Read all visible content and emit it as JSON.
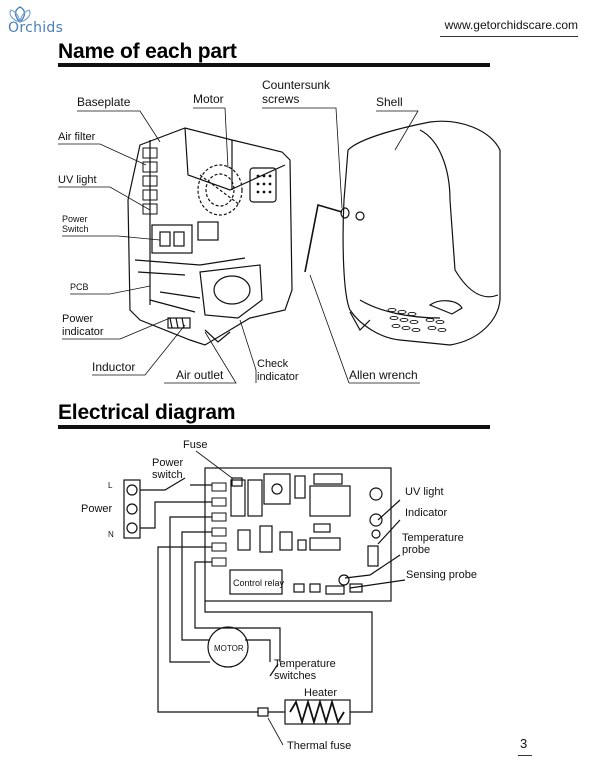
{
  "header": {
    "brand": "Orchids",
    "website": "www.getorchidscare.com"
  },
  "section1": {
    "title": "Name of each part",
    "labels": {
      "baseplate": "Baseplate",
      "motor": "Motor",
      "countersunk1": "Countersunk",
      "countersunk2": "screws",
      "shell": "Shell",
      "air_filter": "Air filter",
      "uv_light": "UV light",
      "power_switch1": "Power",
      "power_switch2": "Switch",
      "pcb": "PCB",
      "power_indicator1": "Power",
      "power_indicator2": "indicator",
      "inductor": "Inductor",
      "air_outlet": "Air outlet",
      "check_indicator1": "Check",
      "check_indicator2": "indicator",
      "allen_wrench": "Allen wrench"
    }
  },
  "section2": {
    "title": "Electrical diagram",
    "labels": {
      "fuse": "Fuse",
      "power_switch1": "Power",
      "power_switch2": "switch",
      "line_l": "L",
      "line_n": "N",
      "power": "Power",
      "uv_light": "UV light",
      "indicator": "Indicator",
      "temp_probe1": "Temperature",
      "temp_probe2": "probe",
      "sensing_probe": "Sensing probe",
      "control_relay": "Control relay",
      "motor": "MOTOR",
      "temp_switches1": "Temperature",
      "temp_switches2": "switches",
      "heater": "Heater",
      "thermal_fuse": "Thermal fuse"
    }
  },
  "footer": {
    "page_number": "3"
  }
}
